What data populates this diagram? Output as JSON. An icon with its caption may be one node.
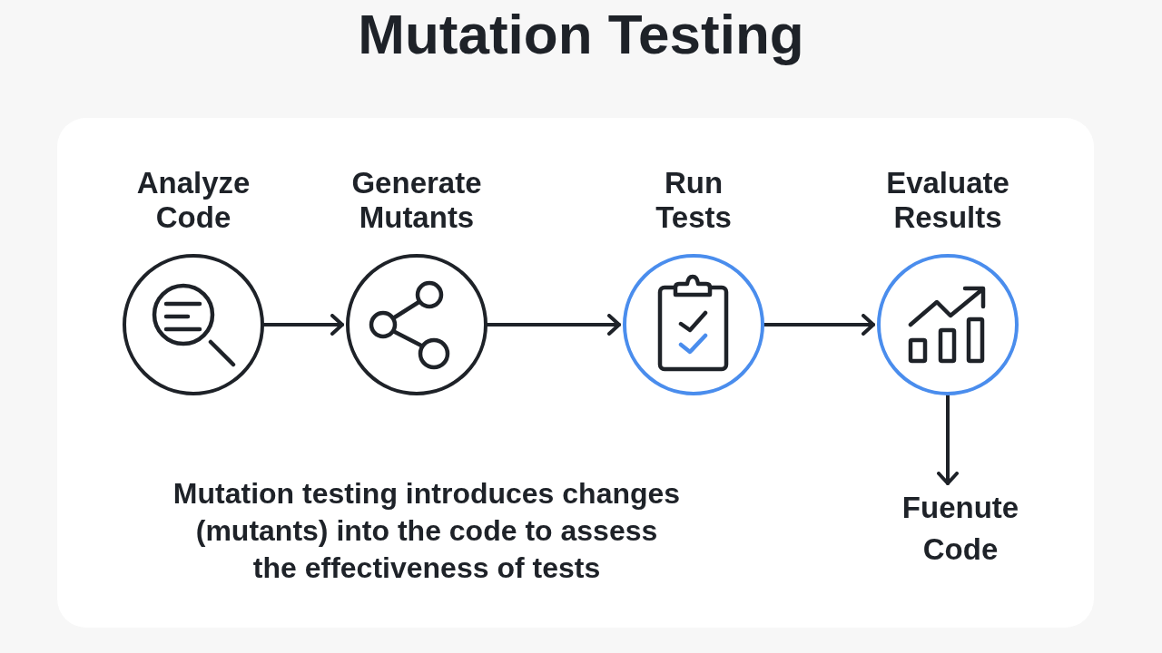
{
  "diagram": {
    "title": "Mutation Testing",
    "caption": "Mutation testing introduces changes (mutants) into the code to assess the effectiveness of tests",
    "nodes": [
      {
        "text": [
          "Analyze Code"
        ]
      },
      {
        "text": [
          "Generate Mutants"
        ]
      },
      {
        "text": [
          "Run Tests"
        ]
      },
      {
        "text": [
          "Evaluate Results"
        ]
      },
      {
        "text": [
          "Fuenute Code"
        ]
      }
    ],
    "edges": [
      {
        "from": 0,
        "to": 1,
        "arrow": "to"
      },
      {
        "from": 1,
        "to": 2,
        "arrow": "to"
      },
      {
        "from": 2,
        "to": 3,
        "arrow": "to"
      },
      {
        "from": 3,
        "to": 4,
        "arrow": "to"
      }
    ]
  }
}
